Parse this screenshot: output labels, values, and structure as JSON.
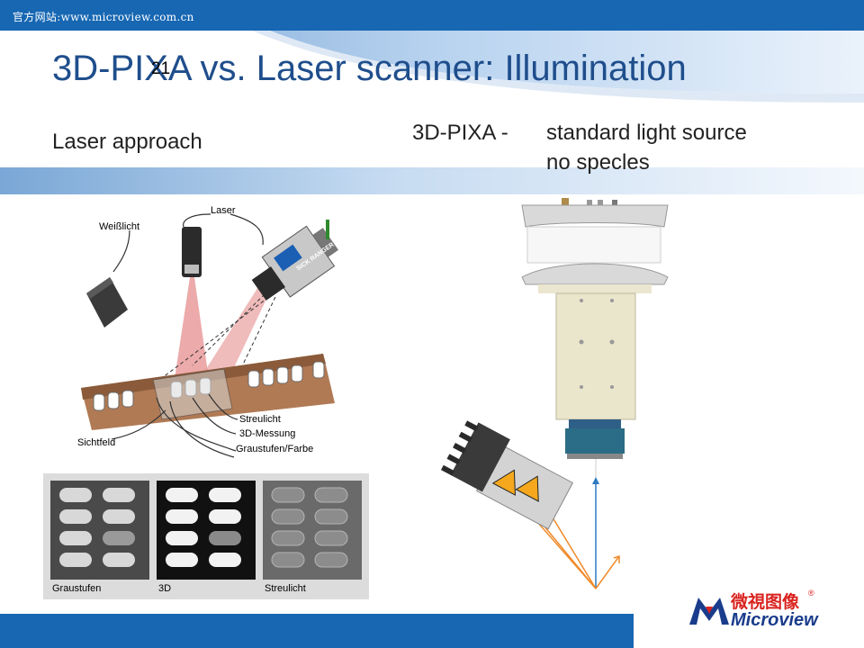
{
  "header": {
    "url_text": "官方网站:www.microview.com.cn"
  },
  "slide": {
    "title": "3D-PIXA vs. Laser scanner:  Illumination",
    "number": "21",
    "left_caption": "Laser approach",
    "right_caption_lead": "3D-PIXA -",
    "right_caption_line1": "standard light source",
    "right_caption_line2": "no specles"
  },
  "laser_figure": {
    "label_weisslicht": "Weißlicht",
    "label_laser": "Laser",
    "label_streulicht": "Streulicht",
    "label_3d_messung": "3D-Messung",
    "label_graustufen_farbe": "Graustufen/Farbe",
    "label_sichtfeld": "Sichtfeld",
    "sensor_brand": "SICK RANGER"
  },
  "sample_images": {
    "captions": [
      "Graustufen",
      "3D",
      "Streulicht"
    ]
  },
  "logo": {
    "cn": "微視图像",
    "en": "Microview"
  },
  "colors": {
    "topbar": "#1767b3",
    "title": "#1f4e8c",
    "logo_red": "#d9231f",
    "logo_blue": "#1a3c8c"
  }
}
